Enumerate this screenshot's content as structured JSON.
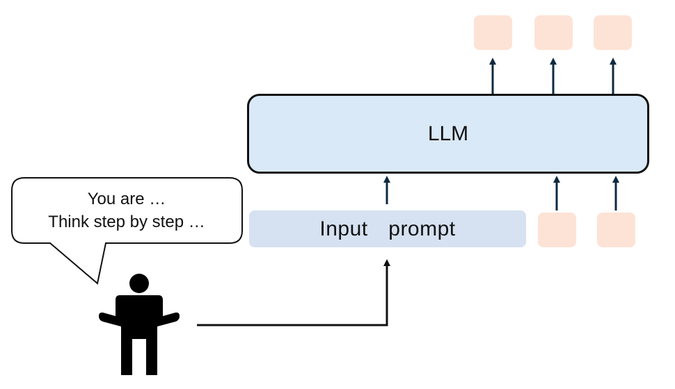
{
  "llm": {
    "label": "LLM"
  },
  "prompt": {
    "label": "Input  prompt"
  },
  "speech_bubble": {
    "lines": [
      "You are …",
      "Think step by step …"
    ]
  },
  "colors": {
    "llm_fill": "#d9e9f7",
    "prompt_fill": "#d6e1f1",
    "token_fill": "#fde3d6",
    "arrow": "#0f2a40",
    "outline": "#111111"
  },
  "icons": {
    "user": "person-icon"
  }
}
